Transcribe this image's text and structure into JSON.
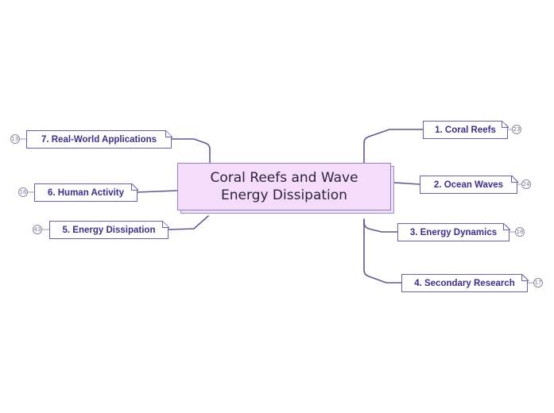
{
  "central": {
    "line1": "Coral Reefs and Wave",
    "line2": "Energy Dissipation"
  },
  "topics": [
    {
      "label": "1. Coral Reefs",
      "count": "23"
    },
    {
      "label": "2. Ocean Waves",
      "count": "24"
    },
    {
      "label": "3. Energy Dynamics",
      "count": "18"
    },
    {
      "label": "4. Secondary Research",
      "count": "17"
    },
    {
      "label": "5. Energy Dissipation",
      "count": "43"
    },
    {
      "label": "6. Human Activity",
      "count": "16"
    },
    {
      "label": "7. Real-World Applications",
      "count": "13"
    }
  ],
  "colors": {
    "connector": "#5b5b8e",
    "central_fill": "#f5dcfb",
    "topic_border": "#6a62a6",
    "topic_text": "#3d2f8a"
  }
}
